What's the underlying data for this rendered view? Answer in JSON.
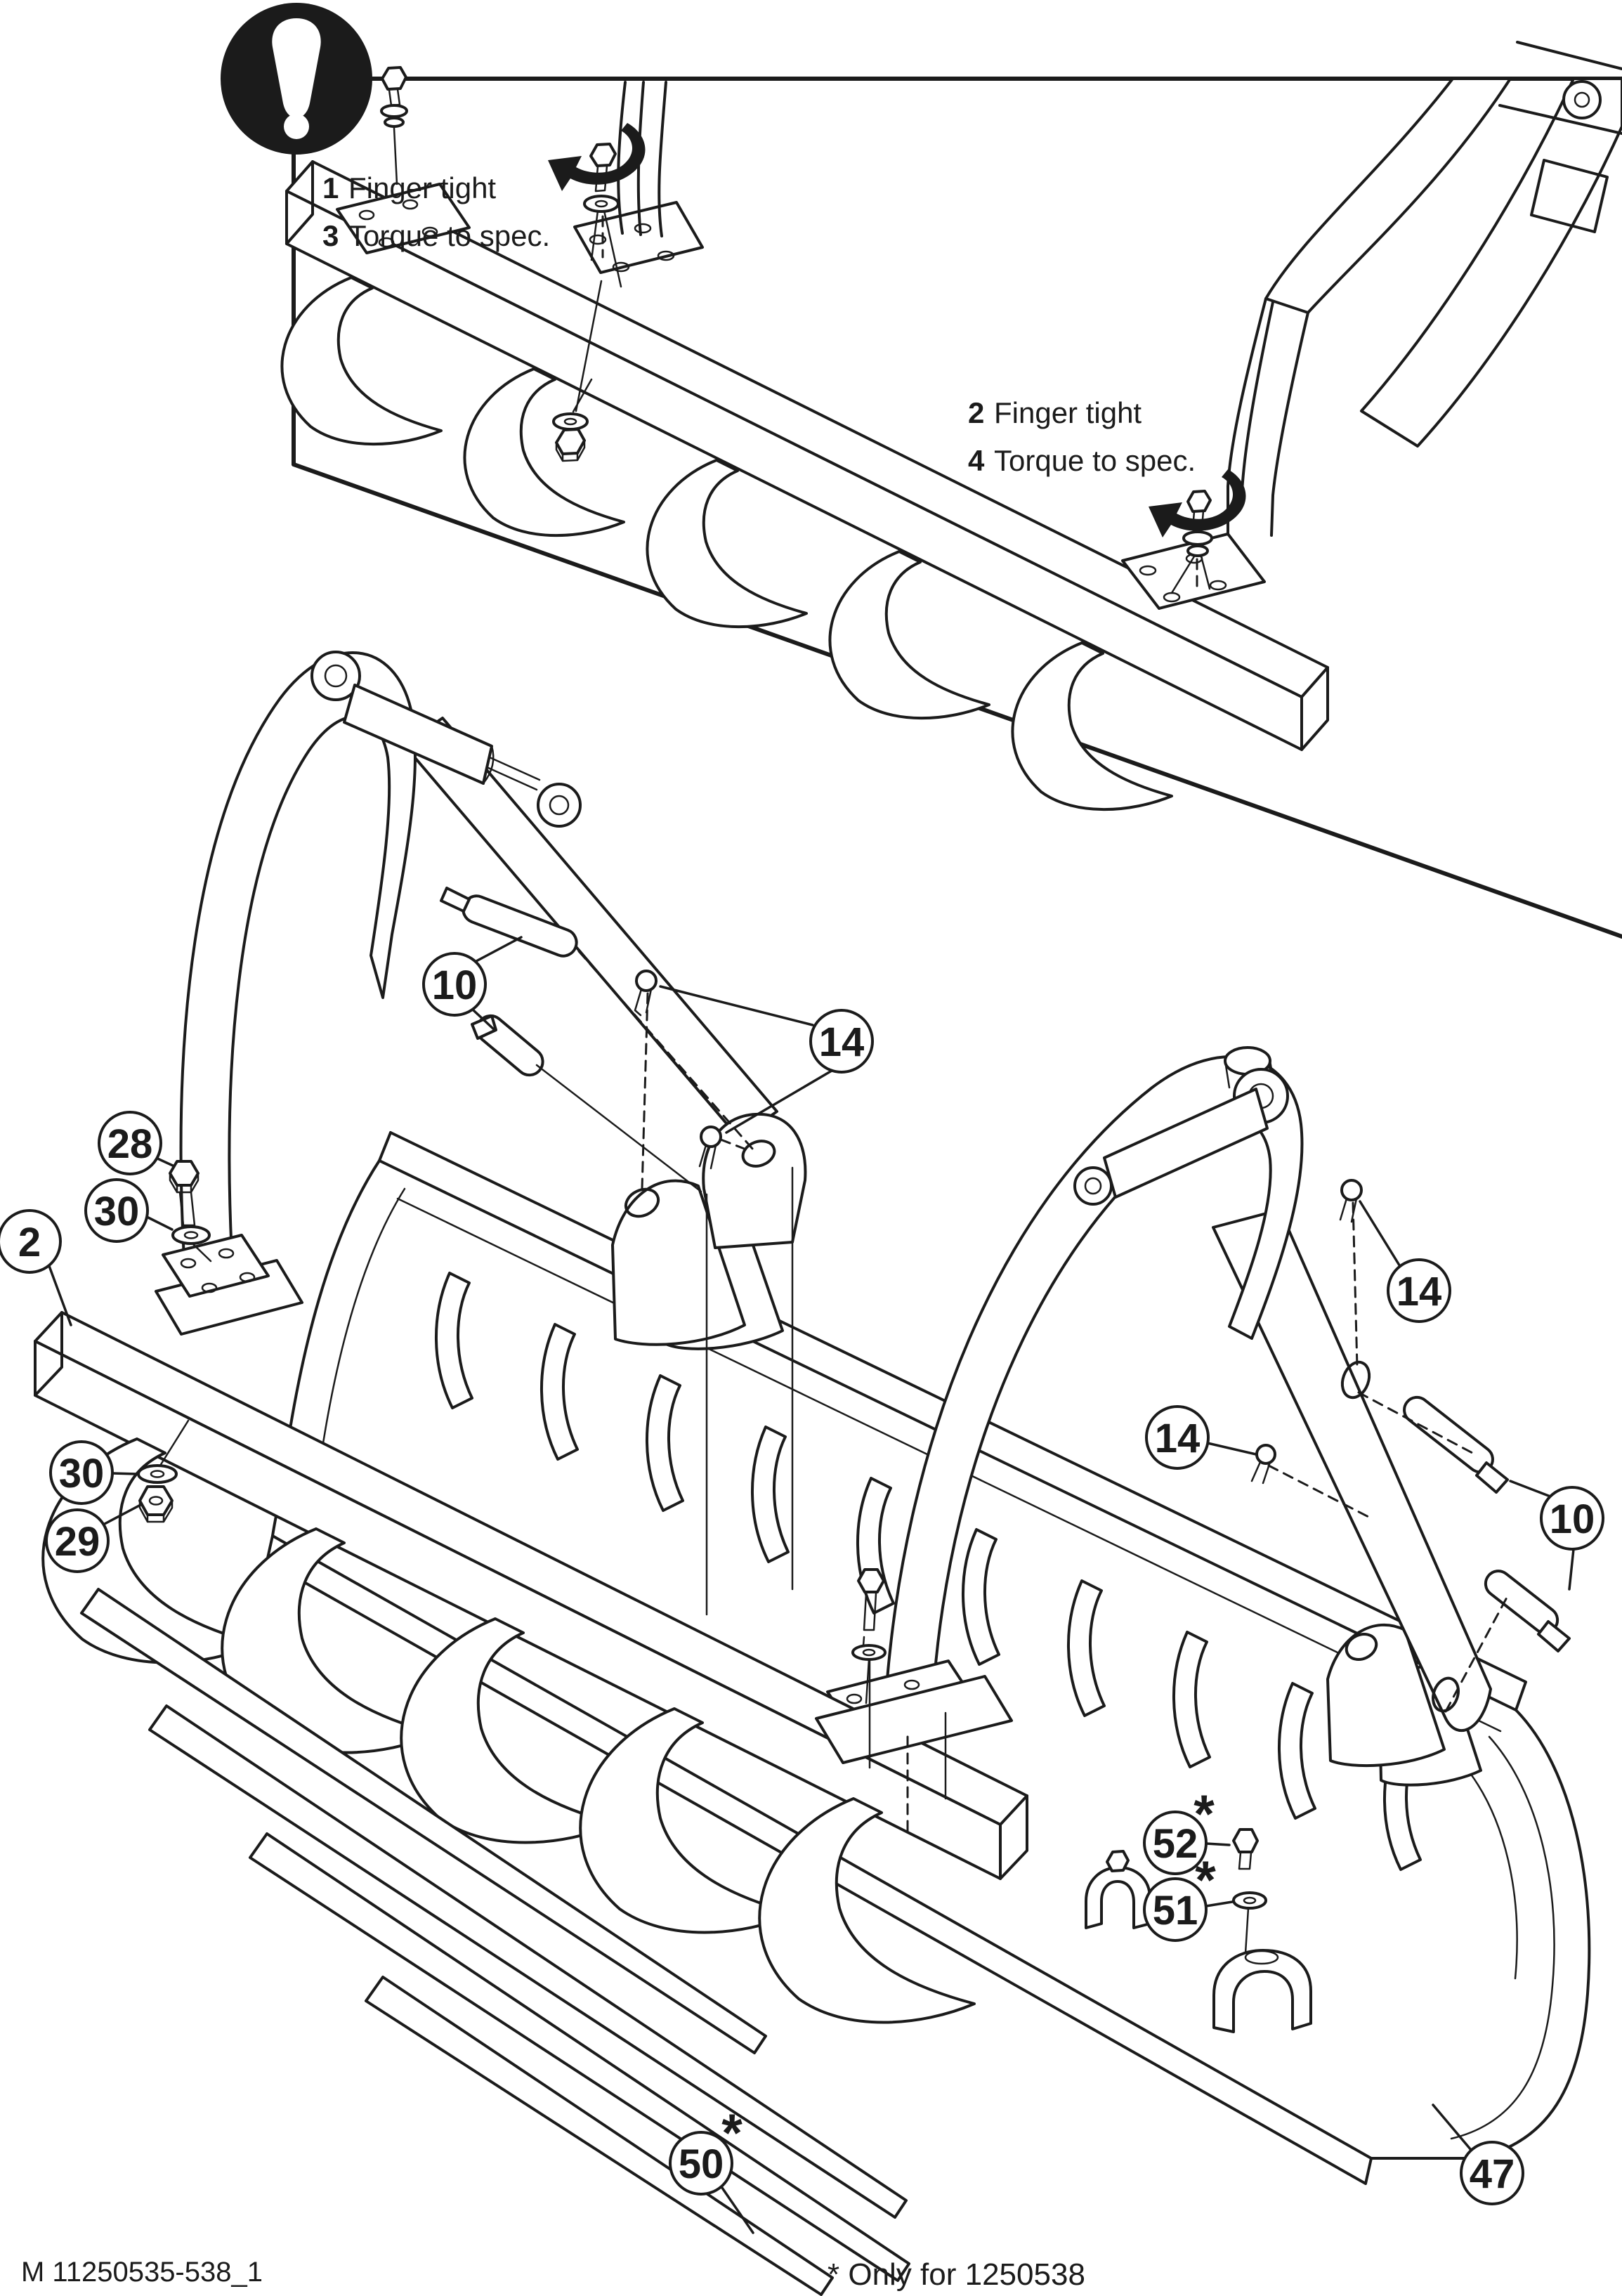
{
  "page": {
    "drawing_number": "M 11250535-538_1",
    "footnote": "* Only for 1250538",
    "asterisk": "*"
  },
  "icons": {
    "warning_icon": "exclamation-mark-in-filled-circle"
  },
  "notes": {
    "left": {
      "step_a": "1",
      "label_a": "Finger tight",
      "step_b": "3",
      "label_b": "Torque to spec."
    },
    "right": {
      "step_a": "2",
      "label_a": "Finger tight",
      "step_b": "4",
      "label_b": "Torque to spec."
    }
  },
  "callouts": [
    {
      "id": "pins-left",
      "label": "10",
      "asterisk": false
    },
    {
      "id": "cotter-pins-left",
      "label": "14",
      "asterisk": false
    },
    {
      "id": "bolt-upper-left",
      "label": "28",
      "asterisk": false
    },
    {
      "id": "washer-upper-left",
      "label": "30",
      "asterisk": false
    },
    {
      "id": "tine-frame",
      "label": "2",
      "asterisk": false
    },
    {
      "id": "washer-lower-left",
      "label": "30",
      "asterisk": false
    },
    {
      "id": "nut-lower-left",
      "label": "29",
      "asterisk": false
    },
    {
      "id": "cotter-right-upper",
      "label": "14",
      "asterisk": false
    },
    {
      "id": "cotter-right-inner",
      "label": "14",
      "asterisk": false
    },
    {
      "id": "pins-right",
      "label": "10",
      "asterisk": false
    },
    {
      "id": "clamp-bolt",
      "label": "52",
      "asterisk": true
    },
    {
      "id": "clamp-washer",
      "label": "51",
      "asterisk": true
    },
    {
      "id": "fork-tine",
      "label": "50",
      "asterisk": true
    },
    {
      "id": "bucket",
      "label": "47",
      "asterisk": false
    }
  ],
  "colors": {
    "line": "#1b1b1b",
    "background": "#ffffff"
  }
}
